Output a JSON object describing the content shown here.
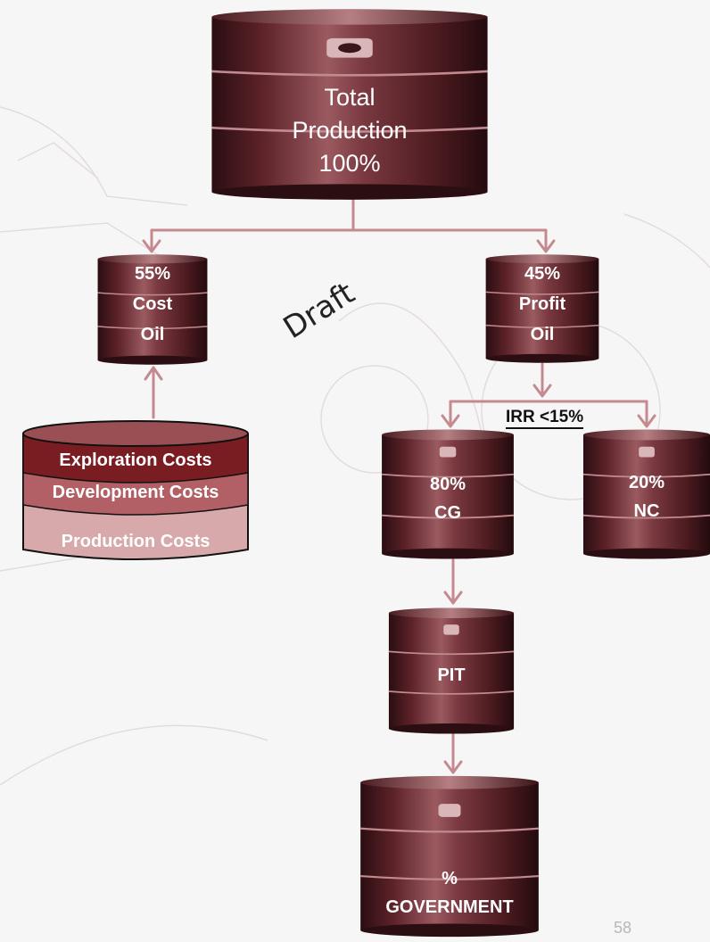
{
  "colors": {
    "barrel_dark": "#2a0e12",
    "barrel_mid": "#7a3940",
    "barrel_light": "#b57e82",
    "arrow": "#c48a8f",
    "exploration": "#7a1d22",
    "development": "#b26065",
    "production": "#d8a9ab"
  },
  "barrels": {
    "total": {
      "line1": "Total",
      "line2": "Production",
      "line3": "100%"
    },
    "cost_oil": {
      "line1": "55%",
      "line2": "Cost",
      "line3": "Oil"
    },
    "profit_oil": {
      "line1": "45%",
      "line2": "Profit",
      "line3": "Oil"
    },
    "cg": {
      "line1": "80%",
      "line2": "CG"
    },
    "nc": {
      "line1": "20%",
      "line2": "NC"
    },
    "pit": {
      "line1": "PIT"
    },
    "government": {
      "line1": "%",
      "line2": "GOVERNMENT"
    }
  },
  "costs": {
    "exploration": "Exploration Costs",
    "development": "Development Costs",
    "production": "Production Costs"
  },
  "draft_label": "Draft",
  "irr_label": "IRR <15%",
  "page_number": "58"
}
